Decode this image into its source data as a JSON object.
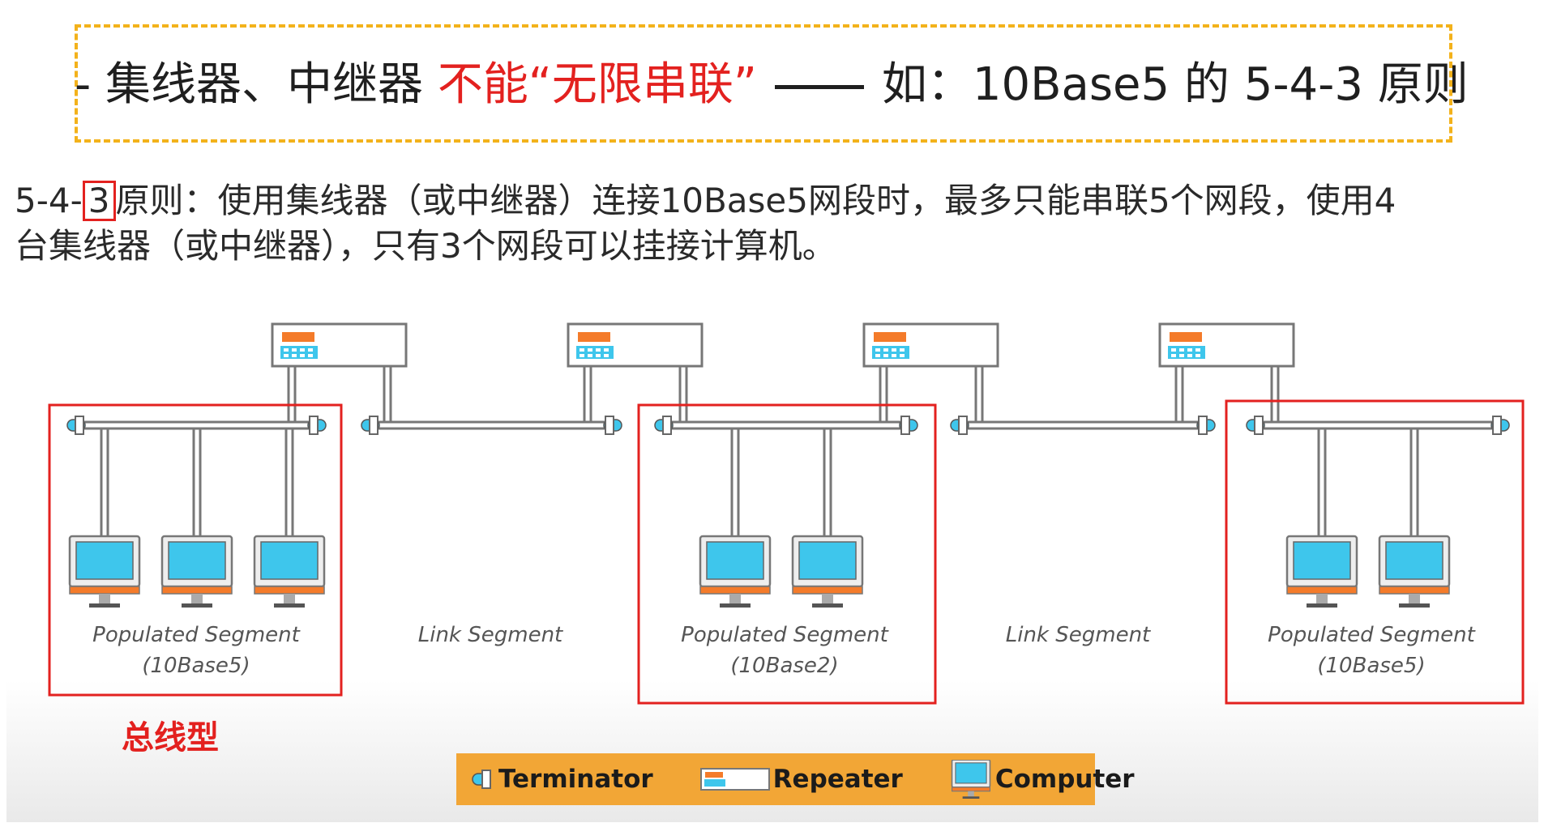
{
  "header": {
    "prefix": "- 集线器、中继器 ",
    "highlight": "不能“无限串联”",
    "suffix": "如：10Base5 的 5-4-3 原则"
  },
  "description": {
    "line1_prefix": "5-4-",
    "line1_boxed": "3",
    "line1_rest": "原则：使用集线器（或中继器）连接10Base5网段时，最多只能串联5个网段，使用4",
    "line2": "台集线器（或中继器），只有3个网段可以挂接计算机。"
  },
  "diagram": {
    "segments": [
      {
        "type": "populated",
        "label": "Populated Segment",
        "sublabel": "(10Base5)",
        "computers": 3
      },
      {
        "type": "link",
        "label": "Link Segment"
      },
      {
        "type": "populated",
        "label": "Populated Segment",
        "sublabel": "(10Base2)",
        "computers": 2
      },
      {
        "type": "link",
        "label": "Link Segment"
      },
      {
        "type": "populated",
        "label": "Populated Segment",
        "sublabel": "(10Base5)",
        "computers": 2
      }
    ],
    "repeaters": 4,
    "bus_label": "总线型"
  },
  "legend": {
    "items": [
      {
        "icon": "terminator-icon",
        "label": "Terminator"
      },
      {
        "icon": "repeater-icon",
        "label": "Repeater"
      },
      {
        "icon": "computer-icon",
        "label": "Computer"
      }
    ]
  },
  "colors": {
    "accent_red": "#e3211f",
    "dashed_yellow": "#f3b21b",
    "legend_orange": "#f2a636",
    "screen_blue": "#3ec6ec",
    "repeater_orange": "#f47b2a"
  }
}
